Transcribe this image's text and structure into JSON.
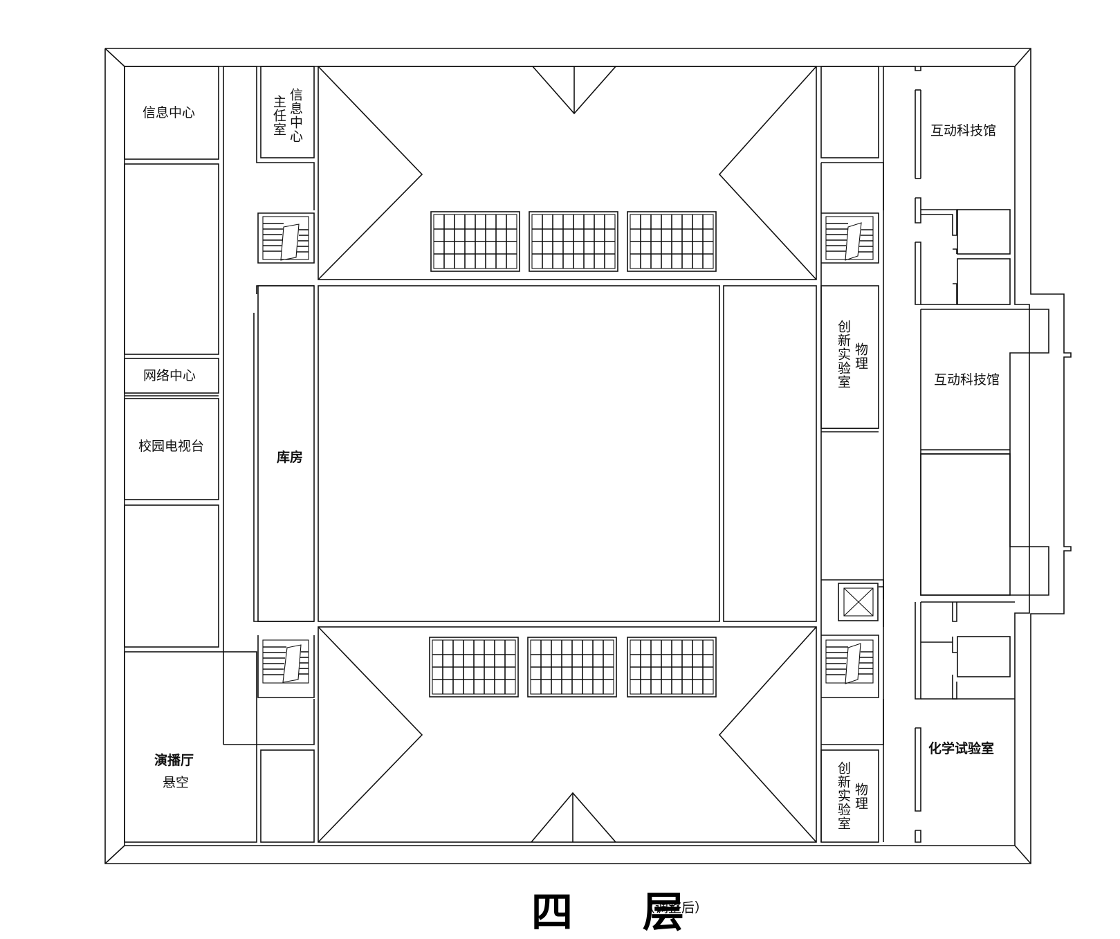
{
  "title": {
    "main": "四 层",
    "sub": "（调整后）"
  },
  "rooms": {
    "info_center": "信息中心",
    "info_director": {
      "line1": "信息中心",
      "line2": "主任室"
    },
    "network_center": "网络中心",
    "campus_tv": "校园电视台",
    "storage": "库房",
    "studio_hall": "演播厅",
    "suspended": "悬空",
    "physics_lab_1": {
      "line1": "物理",
      "line2": "创新实验室"
    },
    "physics_lab_2": {
      "line1": "物理",
      "line2": "创新实验室"
    },
    "interactive_tech_1": "互动科技馆",
    "interactive_tech_2": "互动科技馆",
    "chemistry_lab": "化学试验室"
  }
}
